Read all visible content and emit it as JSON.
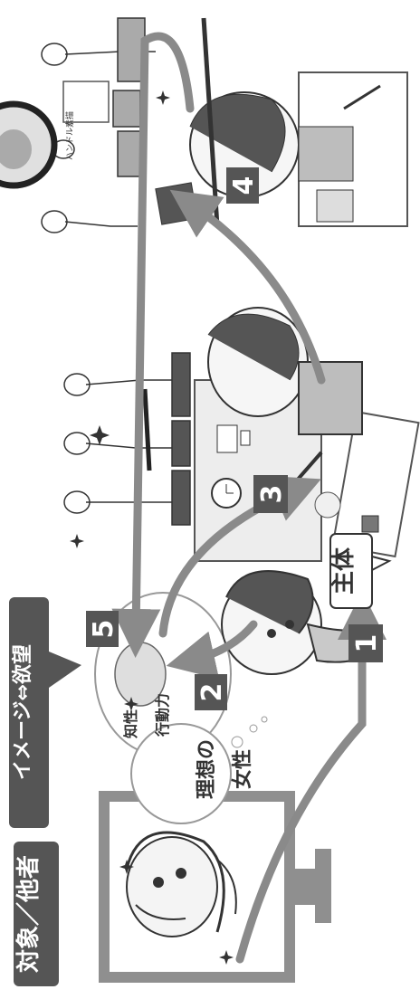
{
  "labels": {
    "object_other": "対象／他者",
    "image_desire": "イメージ⇔欲望",
    "subject": "主体",
    "ideal_woman_1": "理想の",
    "ideal_woman_2": "女性",
    "intellect": "知性",
    "action": "行動力",
    "sketch_caption": "ハンドル素描"
  },
  "steps": [
    "1",
    "2",
    "3",
    "4",
    "5"
  ],
  "palette": {
    "arrow": "#8a8a8a",
    "label_bg": "#555555",
    "label_fg": "#ffffff",
    "line": "#333333",
    "shade": "#bdbdbd",
    "light": "#e6e6e6"
  },
  "icons": [
    "tv-icon",
    "thought-bubble-icon",
    "speech-bubble-icon",
    "sparkle-icon",
    "clock-icon",
    "socket-icon",
    "magnifier-circle-icon"
  ]
}
